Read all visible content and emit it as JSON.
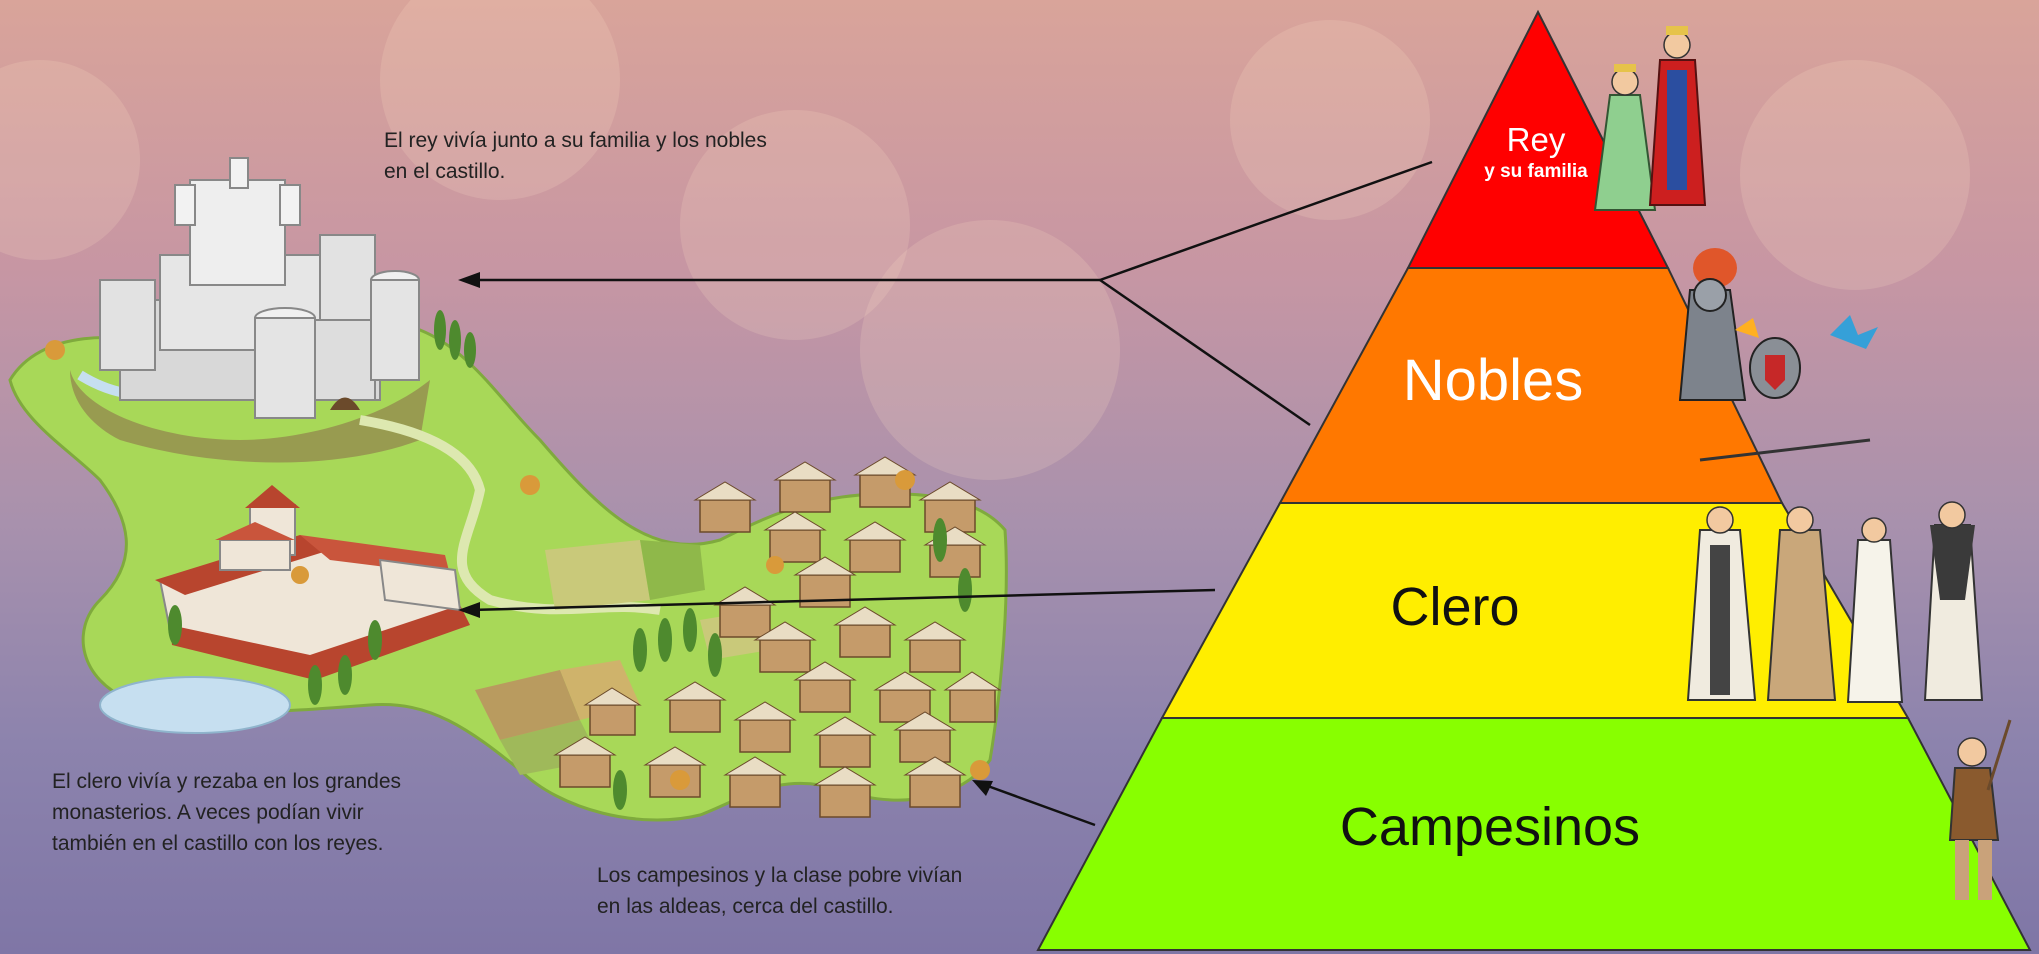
{
  "captions": {
    "king": "El rey vivía junto a su familia y los nobles\nen el castillo.",
    "clergy": "El clero vivía y rezaba en los grandes\nmonasterios. A veces podían vivir\ntambién en el castillo con los reyes.",
    "peasants": "Los campesinos y la clase pobre vivían\nen las aldeas, cerca del castillo."
  },
  "pyramid": {
    "tiers": [
      {
        "label": "Rey",
        "sublabel": "y su familia",
        "color": "#ff0000"
      },
      {
        "label": "Nobles",
        "color": "#ff7800"
      },
      {
        "label": "Clero",
        "color": "#ffee00"
      },
      {
        "label": "Campesinos",
        "color": "#88ff00"
      }
    ]
  },
  "colors": {
    "grass": "#a8d858",
    "wall": "#d8d8d8",
    "roof": "#b8452e",
    "hut": "#c59b6a",
    "outline": "#111111"
  }
}
